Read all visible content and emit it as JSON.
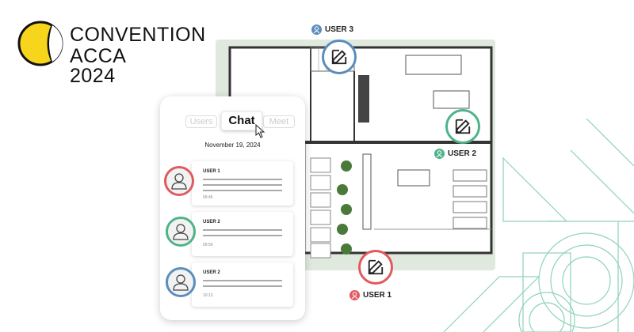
{
  "logo": {
    "line1": "CONVENTION",
    "line2": "ACCA 2024"
  },
  "colors": {
    "user1": "#e05a5e",
    "user2": "#4db388",
    "user3": "#5a8dbd",
    "logo_yellow": "#f7d51d"
  },
  "panel": {
    "tabs": [
      {
        "label": "Users",
        "active": false
      },
      {
        "label": "Chat",
        "active": true
      },
      {
        "label": "Meet",
        "active": false
      }
    ],
    "date": "November 19, 2024",
    "messages": [
      {
        "user": "USER 1",
        "time": "09:45"
      },
      {
        "user": "USER 2",
        "time": "09:56"
      },
      {
        "user": "USER 2",
        "time": "10:13"
      }
    ]
  },
  "plan_users": {
    "user1": "USER 1",
    "user2": "USER 2",
    "user3": "USER 3"
  }
}
